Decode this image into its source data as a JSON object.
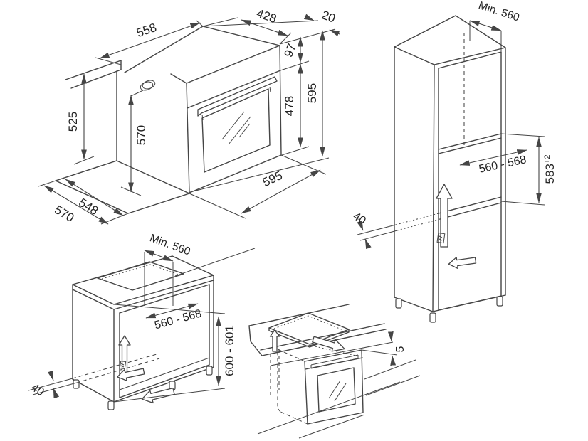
{
  "colors": {
    "line": "#454545",
    "text": "#242424",
    "background": "#ffffff"
  },
  "diagrams": {
    "oven": {
      "labels": {
        "top_width": "558",
        "top_depth": "428",
        "setback": "20",
        "panel_height": "97",
        "door_height": "478",
        "height": "595",
        "width": "595",
        "niche_front_height": "525",
        "niche_inner_height": "570",
        "niche_inner_depth": "548",
        "niche_outer_depth": "570"
      }
    },
    "tall_unit": {
      "labels": {
        "min_depth": "Min. 560",
        "niche_width": "560 - 568",
        "niche_height": "583",
        "niche_height_tol": "+2",
        "rear_gap": "40"
      }
    },
    "base_unit": {
      "labels": {
        "min_depth": "Min. 560",
        "niche_width": "560 - 568",
        "total_height": "600 - 601",
        "rear_gap": "40"
      }
    },
    "worktop": {
      "labels": {
        "clearance": "5"
      }
    }
  }
}
